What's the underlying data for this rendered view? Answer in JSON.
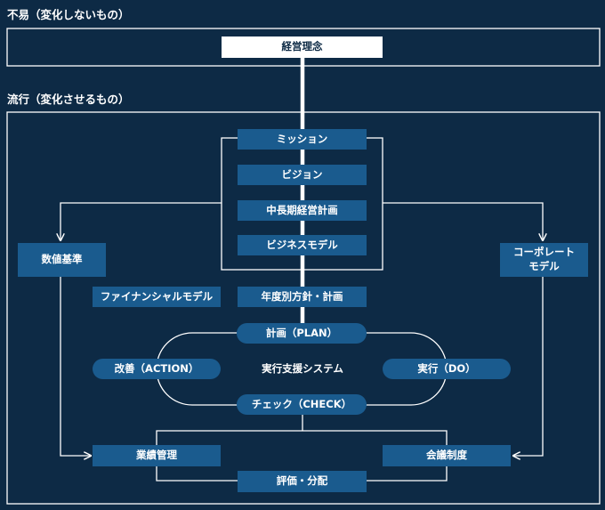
{
  "sections": {
    "unchanging": "不易（変化しないもの）",
    "changing": "流行（変化させるもの）"
  },
  "nodes": {
    "philosophy": "経営理念",
    "mission": "ミッション",
    "vision": "ビジョン",
    "mid_plan": "中長期経営計画",
    "business_model": "ビジネスモデル",
    "numeric_standard": "数値基準",
    "corporate_model": "コーポレート\nモデル",
    "financial_model": "ファイナンシャルモデル",
    "annual_policy": "年度別方針・計画",
    "plan": "計画（PLAN）",
    "action": "改善（ACTION）",
    "support_system": "実行支援システム",
    "do": "実行（DO）",
    "check": "チェック（CHECK）",
    "performance": "業績管理",
    "meetings": "会議制度",
    "evaluation": "評価・分配"
  },
  "colors": {
    "background": "#0d2a45",
    "box": "#1a5b8e",
    "line": "#ffffff"
  }
}
